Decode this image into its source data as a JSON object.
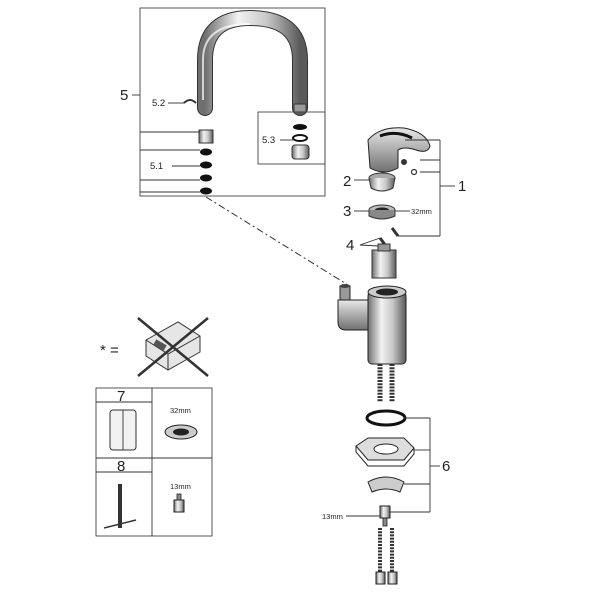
{
  "labels": {
    "n1": "1",
    "n2": "2",
    "n3": "3",
    "n4": "4",
    "n5": "5",
    "n5_1": "5.1",
    "n5_2": "5.2",
    "n5_3": "5.3",
    "n6": "6",
    "n7": "7",
    "n8": "8",
    "star": "* ="
  },
  "dimensions": {
    "d32_main": "32mm",
    "d32_box7": "32mm",
    "d13_box8": "13mm",
    "d13_main": "13mm"
  }
}
